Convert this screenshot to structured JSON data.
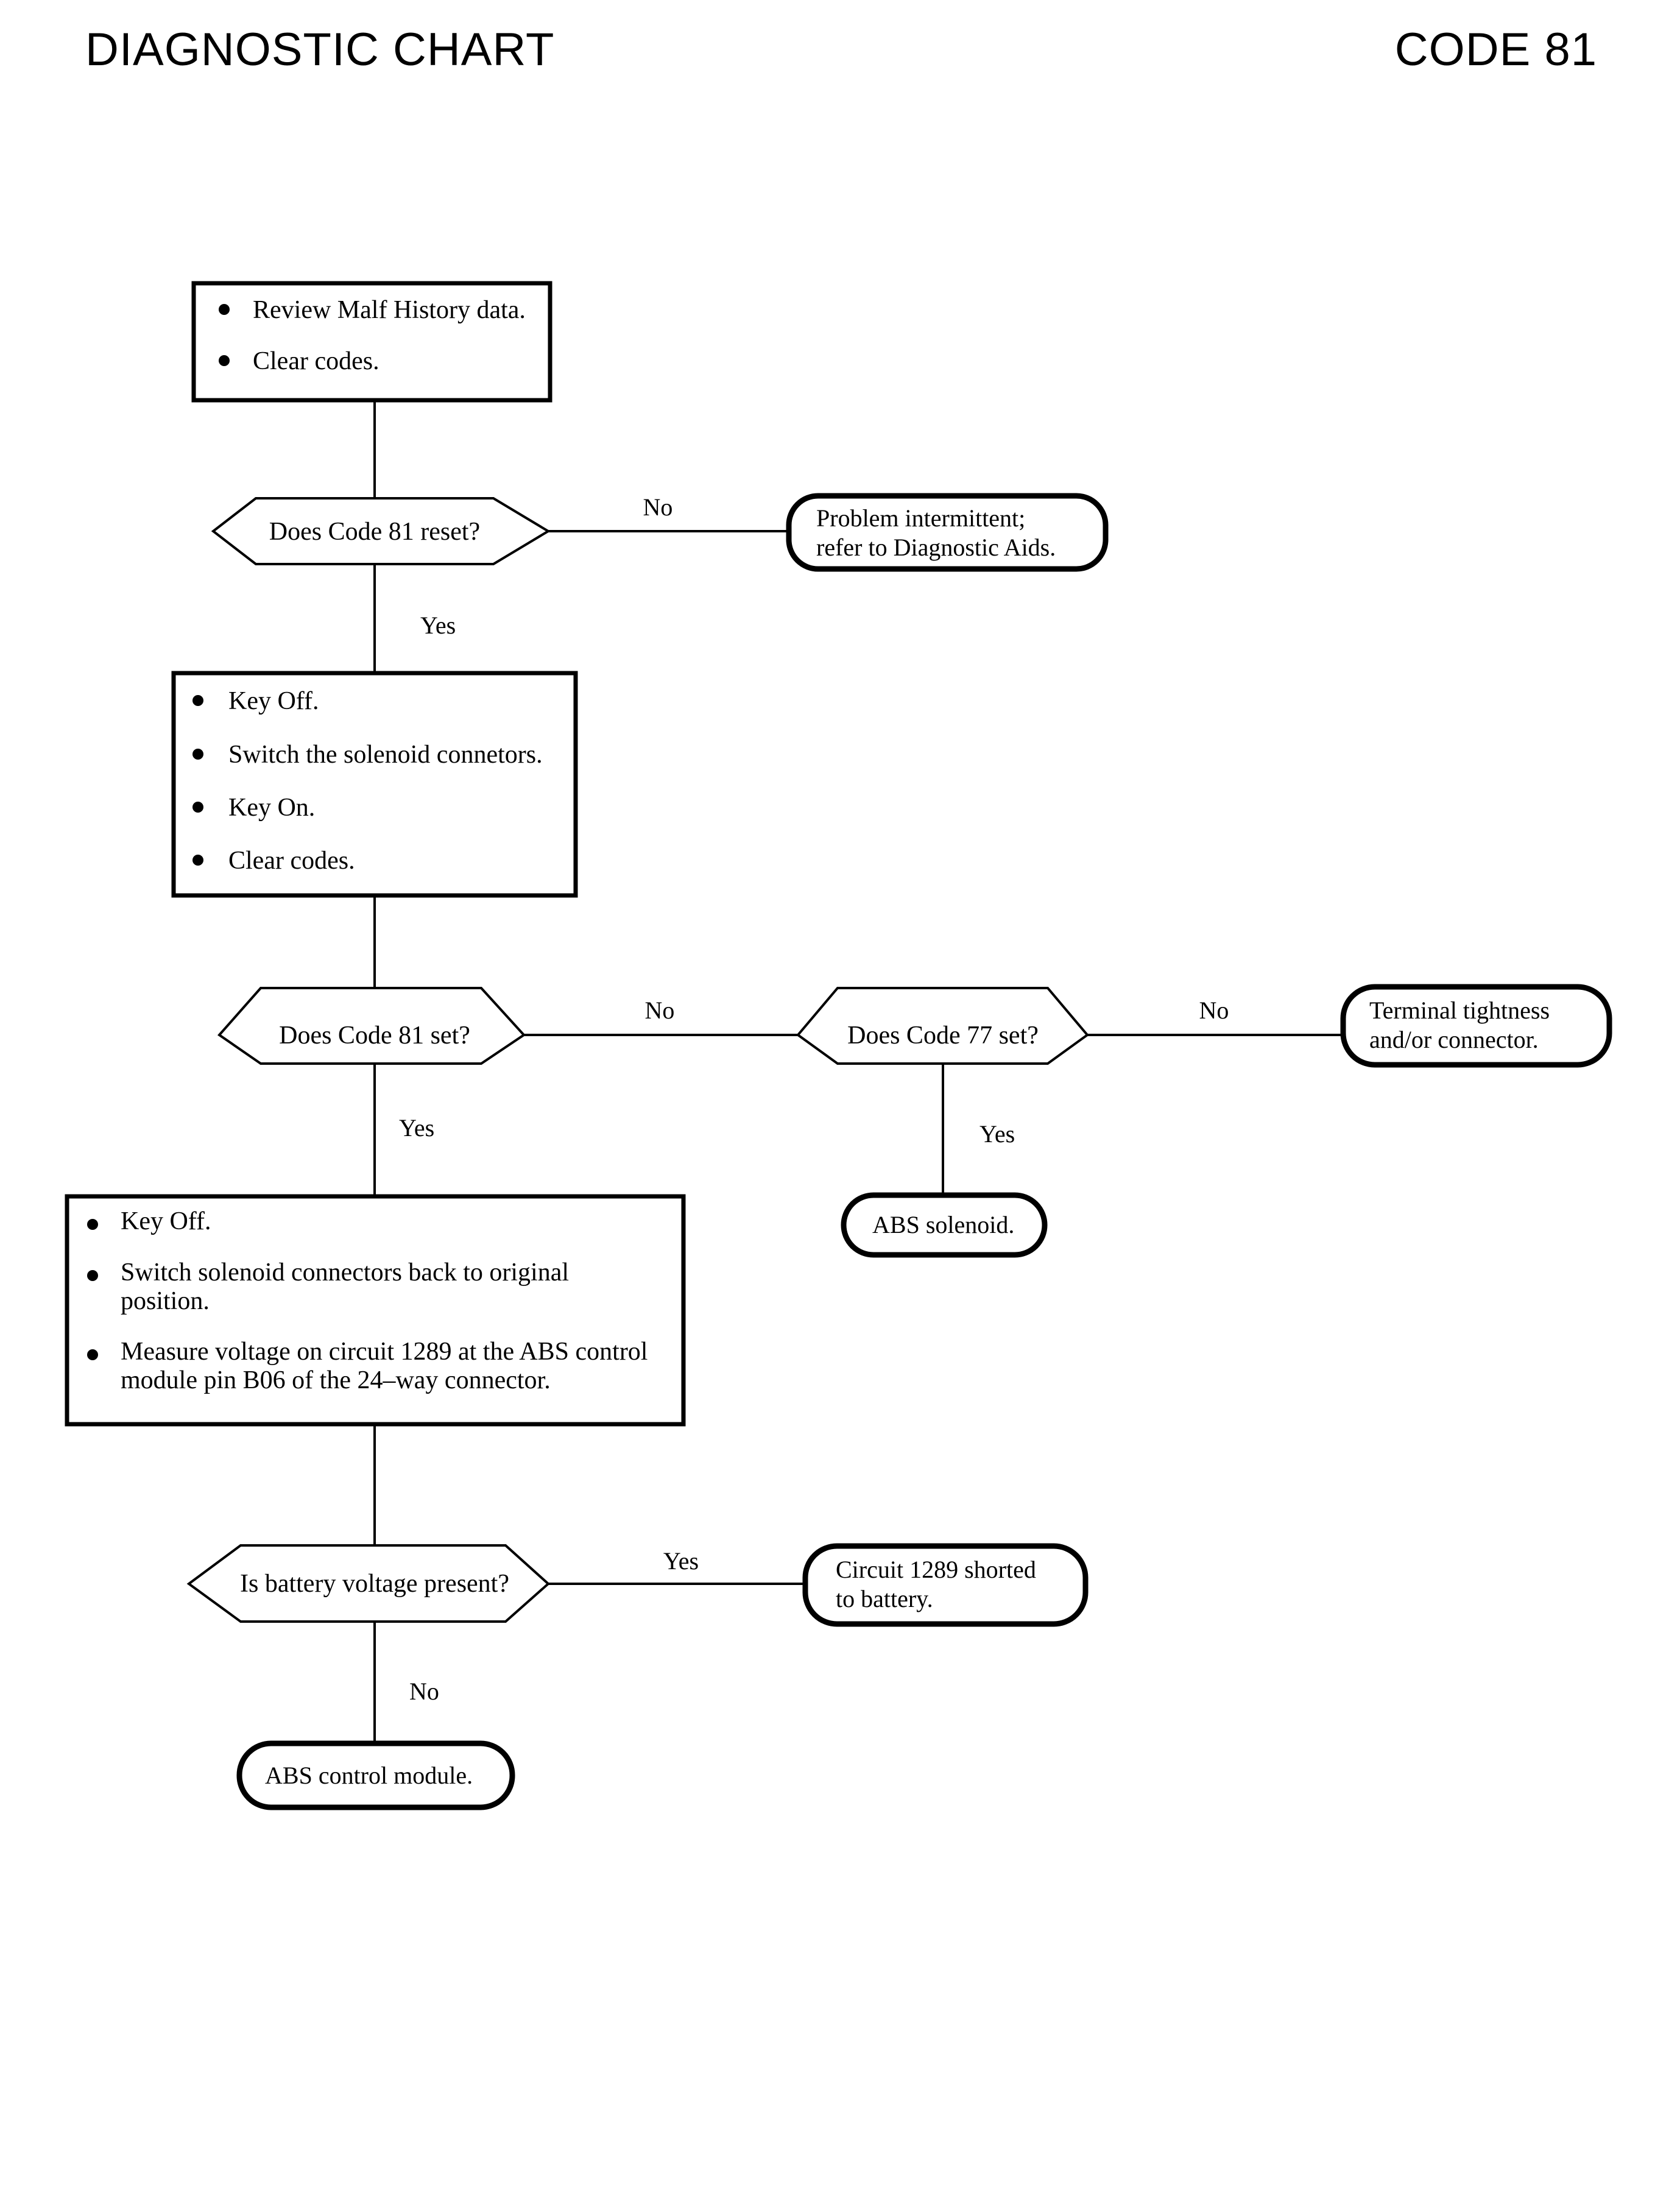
{
  "header": {
    "title_left": "DIAGNOSTIC CHART",
    "title_right": "CODE 81"
  },
  "chart_data": {
    "type": "flowchart",
    "title": "DIAGNOSTIC CHART",
    "code": "CODE 81",
    "nodes": [
      {
        "id": "step1",
        "shape": "process",
        "bullets": [
          "Review Malf History data.",
          "Clear codes."
        ]
      },
      {
        "id": "dec1",
        "shape": "decision",
        "text": "Does Code 81 reset?"
      },
      {
        "id": "term1",
        "shape": "terminator",
        "lines": [
          "Problem intermittent;",
          "refer to Diagnostic Aids."
        ]
      },
      {
        "id": "step2",
        "shape": "process",
        "bullets": [
          "Key Off.",
          "Switch the solenoid connetors.",
          "Key On.",
          "Clear codes."
        ]
      },
      {
        "id": "dec2",
        "shape": "decision",
        "text": "Does Code 81 set?"
      },
      {
        "id": "dec3",
        "shape": "decision",
        "text": "Does Code 77 set?"
      },
      {
        "id": "term2",
        "shape": "terminator",
        "lines": [
          "Terminal tightness",
          "and/or connector."
        ]
      },
      {
        "id": "term3",
        "shape": "terminator",
        "lines": [
          "ABS solenoid."
        ]
      },
      {
        "id": "step3",
        "shape": "process",
        "bullets": [
          "Key Off.",
          "Switch solenoid connectors back to original position.",
          "Measure voltage on circuit 1289 at the ABS control module pin B06 of the 24–way connector."
        ]
      },
      {
        "id": "dec4",
        "shape": "decision",
        "text": "Is battery voltage present?"
      },
      {
        "id": "term4",
        "shape": "terminator",
        "lines": [
          "Circuit 1289 shorted",
          "to battery."
        ]
      },
      {
        "id": "term5",
        "shape": "terminator",
        "lines": [
          "ABS control module."
        ]
      }
    ],
    "edges": [
      {
        "from": "step1",
        "to": "dec1",
        "label": ""
      },
      {
        "from": "dec1",
        "to": "term1",
        "label": "No"
      },
      {
        "from": "dec1",
        "to": "step2",
        "label": "Yes"
      },
      {
        "from": "step2",
        "to": "dec2",
        "label": ""
      },
      {
        "from": "dec2",
        "to": "dec3",
        "label": "No"
      },
      {
        "from": "dec3",
        "to": "term2",
        "label": "No"
      },
      {
        "from": "dec3",
        "to": "term3",
        "label": "Yes"
      },
      {
        "from": "dec2",
        "to": "step3",
        "label": "Yes"
      },
      {
        "from": "step3",
        "to": "dec4",
        "label": ""
      },
      {
        "from": "dec4",
        "to": "term4",
        "label": "Yes"
      },
      {
        "from": "dec4",
        "to": "term5",
        "label": "No"
      }
    ],
    "colors": {
      "ink": "#000000",
      "paper": "#ffffff"
    }
  },
  "nodes": {
    "step1": {
      "bullet1": "Review Malf History data.",
      "bullet2": "Clear codes."
    },
    "dec1": {
      "text": "Does Code 81 reset?"
    },
    "term1": {
      "line1": "Problem intermittent;",
      "line2": "refer to Diagnostic Aids."
    },
    "step2": {
      "bullet1": "Key Off.",
      "bullet2": "Switch the solenoid connetors.",
      "bullet3": "Key On.",
      "bullet4": "Clear codes."
    },
    "dec2": {
      "text": "Does Code 81 set?"
    },
    "dec3": {
      "text": "Does Code 77 set?"
    },
    "term2": {
      "line1": "Terminal tightness",
      "line2": "and/or connector."
    },
    "term3": {
      "line1": "ABS solenoid."
    },
    "step3": {
      "bullet1": "Key Off.",
      "bullet2": "Switch solenoid connectors back to original position.",
      "bullet3": "Measure voltage on circuit 1289 at the ABS control module pin B06 of the 24–way connector."
    },
    "dec4": {
      "text": "Is battery voltage present?"
    },
    "term4": {
      "line1": "Circuit 1289 shorted",
      "line2": "to battery."
    },
    "term5": {
      "line1": "ABS control module."
    }
  },
  "edge_labels": {
    "dec1_no": "No",
    "dec1_yes": "Yes",
    "dec2_no": "No",
    "dec2_yes": "Yes",
    "dec3_no": "No",
    "dec3_yes": "Yes",
    "dec4_yes": "Yes",
    "dec4_no": "No"
  }
}
